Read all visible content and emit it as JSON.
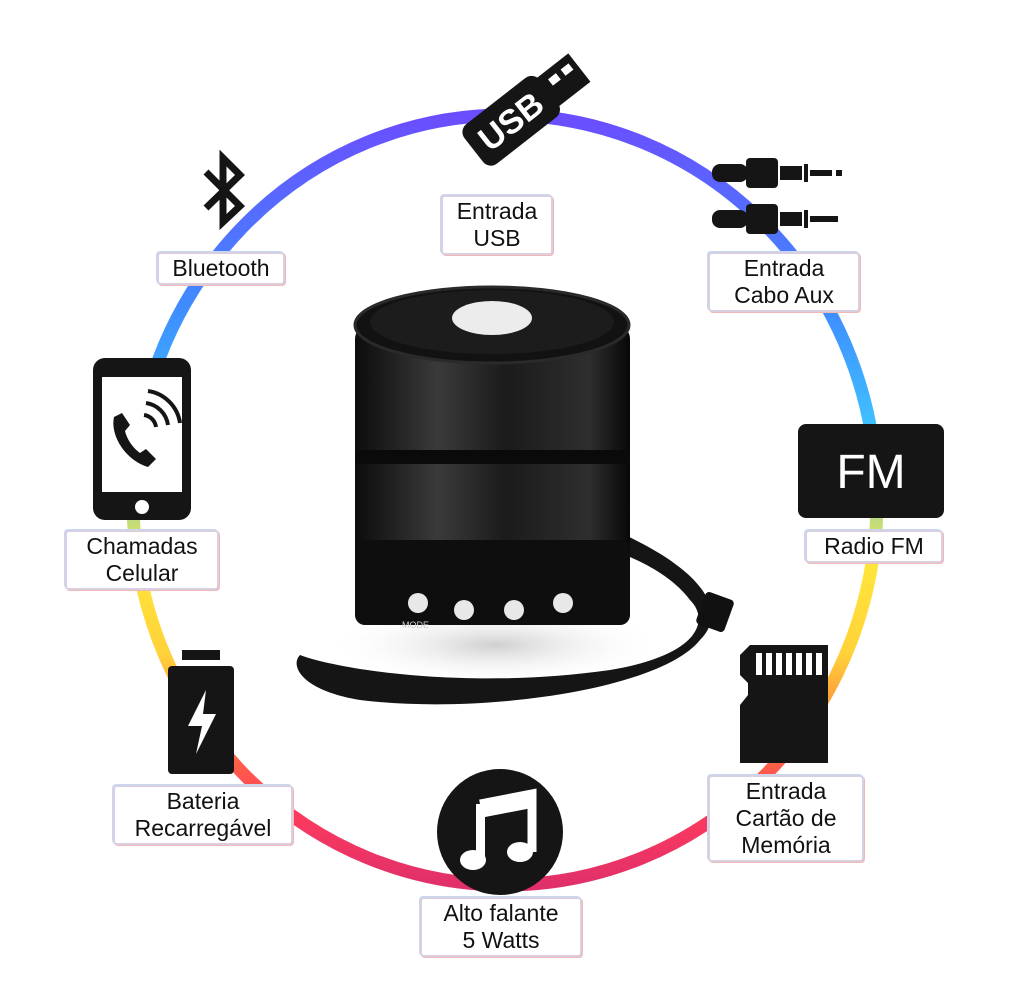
{
  "colors": {
    "ring_stops": [
      "#6b4dff",
      "#3f8cff",
      "#3fc6ff",
      "#ffe63a",
      "#ffd23a",
      "#ff7a3a",
      "#ff3b5c",
      "#e0306a"
    ],
    "icon": "#151515"
  },
  "icons": {
    "usb": "usb-icon",
    "bluetooth": "bluetooth-icon",
    "aux": "aux-cable-icon",
    "phone": "phone-call-icon",
    "fm": "fm-radio-icon",
    "battery": "battery-icon",
    "memory_card": "memory-card-icon",
    "music": "music-note-icon"
  },
  "usb_text": "USB",
  "fm_text": "FM",
  "labels": {
    "usb": [
      "Entrada",
      "USB"
    ],
    "bluetooth": [
      "Bluetooth"
    ],
    "aux": [
      "Entrada",
      "Cabo Aux"
    ],
    "calls": [
      "Chamadas",
      "Celular"
    ],
    "fm": [
      "Radio FM"
    ],
    "battery": [
      "Bateria",
      "Recarregável"
    ],
    "memory": [
      "Entrada",
      "Cartão de",
      "Memória"
    ],
    "speaker": [
      "Alto falante",
      "5 Watts"
    ]
  },
  "speaker_buttons": [
    "MODE"
  ]
}
